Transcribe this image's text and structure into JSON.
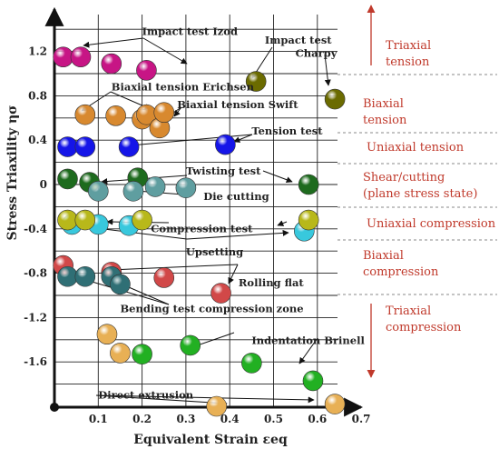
{
  "chart_data": {
    "type": "scatter",
    "title": "",
    "xlabel": "Equivalent Strain εeq",
    "ylabel": "Stress Triaxility ησ",
    "xlim": [
      0,
      0.72
    ],
    "ylim": [
      -2.0,
      1.45
    ],
    "x_ticks": [
      "0.1",
      "0.2",
      "0.3",
      "0.4",
      "0.5",
      "0.6",
      "0.7"
    ],
    "y_ticks": [
      "1.2",
      "0.8",
      "0.4",
      "0",
      "-0.4",
      "-0.8",
      "-1.2",
      "-1.6"
    ],
    "grid": true,
    "points": [
      {
        "x": 0.02,
        "y": 1.15,
        "color": "#c71585"
      },
      {
        "x": 0.06,
        "y": 1.15,
        "color": "#c71585"
      },
      {
        "x": 0.13,
        "y": 1.09,
        "color": "#c71585"
      },
      {
        "x": 0.21,
        "y": 1.03,
        "color": "#c71585"
      },
      {
        "x": 0.46,
        "y": 0.93,
        "color": "#6b6b00"
      },
      {
        "x": 0.64,
        "y": 0.77,
        "color": "#6b6b00"
      },
      {
        "x": 0.07,
        "y": 0.63,
        "color": "#d8892f"
      },
      {
        "x": 0.14,
        "y": 0.62,
        "color": "#d8892f"
      },
      {
        "x": 0.2,
        "y": 0.59,
        "color": "#d8892f"
      },
      {
        "x": 0.21,
        "y": 0.63,
        "color": "#d8892f"
      },
      {
        "x": 0.24,
        "y": 0.51,
        "color": "#d8892f"
      },
      {
        "x": 0.25,
        "y": 0.65,
        "color": "#d8892f"
      },
      {
        "x": 0.03,
        "y": 0.34,
        "color": "#1515e8"
      },
      {
        "x": 0.07,
        "y": 0.34,
        "color": "#1515e8"
      },
      {
        "x": 0.17,
        "y": 0.34,
        "color": "#1515e8"
      },
      {
        "x": 0.39,
        "y": 0.36,
        "color": "#1515e8"
      },
      {
        "x": 0.03,
        "y": 0.05,
        "color": "#1e6b1e"
      },
      {
        "x": 0.08,
        "y": 0.02,
        "color": "#1e6b1e"
      },
      {
        "x": 0.19,
        "y": 0.06,
        "color": "#1e6b1e"
      },
      {
        "x": 0.58,
        "y": 0.0,
        "color": "#1e6b1e"
      },
      {
        "x": 0.1,
        "y": -0.06,
        "color": "#5f9ea0"
      },
      {
        "x": 0.18,
        "y": -0.06,
        "color": "#5f9ea0"
      },
      {
        "x": 0.23,
        "y": -0.02,
        "color": "#5f9ea0"
      },
      {
        "x": 0.3,
        "y": -0.03,
        "color": "#5f9ea0"
      },
      {
        "x": 0.04,
        "y": -0.36,
        "color": "#38c8dd"
      },
      {
        "x": 0.1,
        "y": -0.36,
        "color": "#38c8dd"
      },
      {
        "x": 0.17,
        "y": -0.37,
        "color": "#38c8dd"
      },
      {
        "x": 0.57,
        "y": -0.42,
        "color": "#38c8dd"
      },
      {
        "x": 0.03,
        "y": -0.32,
        "color": "#b8b81a"
      },
      {
        "x": 0.07,
        "y": -0.32,
        "color": "#b8b81a"
      },
      {
        "x": 0.2,
        "y": -0.32,
        "color": "#b8b81a"
      },
      {
        "x": 0.58,
        "y": -0.32,
        "color": "#b8b81a"
      },
      {
        "x": 0.02,
        "y": -0.73,
        "color": "#d14848"
      },
      {
        "x": 0.13,
        "y": -0.79,
        "color": "#d14848"
      },
      {
        "x": 0.25,
        "y": -0.84,
        "color": "#d14848"
      },
      {
        "x": 0.38,
        "y": -0.98,
        "color": "#d14848"
      },
      {
        "x": 0.03,
        "y": -0.83,
        "color": "#2f6f75"
      },
      {
        "x": 0.07,
        "y": -0.83,
        "color": "#2f6f75"
      },
      {
        "x": 0.13,
        "y": -0.83,
        "color": "#2f6f75"
      },
      {
        "x": 0.15,
        "y": -0.9,
        "color": "#2f6f75"
      },
      {
        "x": 0.12,
        "y": -1.35,
        "color": "#e8b055"
      },
      {
        "x": 0.15,
        "y": -1.52,
        "color": "#e8b055"
      },
      {
        "x": 0.37,
        "y": -2.0,
        "color": "#e8b055"
      },
      {
        "x": 0.64,
        "y": -1.98,
        "color": "#e8b055"
      },
      {
        "x": 0.2,
        "y": -1.53,
        "color": "#22b022"
      },
      {
        "x": 0.31,
        "y": -1.45,
        "color": "#22b022"
      },
      {
        "x": 0.45,
        "y": -1.61,
        "color": "#22b022"
      },
      {
        "x": 0.59,
        "y": -1.77,
        "color": "#22b022"
      }
    ],
    "annotations": [
      {
        "text": "Impact test Izod",
        "x": 0.2,
        "y": 1.35
      },
      {
        "text": "Impact test",
        "x": 0.48,
        "y": 1.27
      },
      {
        "text": "Charpy",
        "x": 0.55,
        "y": 1.15
      },
      {
        "text": "Biaxial tension Erichsen",
        "x": 0.13,
        "y": 0.85
      },
      {
        "text": "Biaxial tension Swift",
        "x": 0.28,
        "y": 0.69
      },
      {
        "text": "Tension test",
        "x": 0.45,
        "y": 0.45
      },
      {
        "text": "Twisting test",
        "x": 0.3,
        "y": 0.09
      },
      {
        "text": "Die cutting",
        "x": 0.34,
        "y": -0.14
      },
      {
        "text": "Compression test",
        "x": 0.22,
        "y": -0.43
      },
      {
        "text": "Upsetting",
        "x": 0.3,
        "y": -0.64
      },
      {
        "text": "Rolling flat",
        "x": 0.42,
        "y": -0.92
      },
      {
        "text": "Bending test compression zone",
        "x": 0.15,
        "y": -1.15
      },
      {
        "text": "Indentation Brinell",
        "x": 0.45,
        "y": -1.44
      },
      {
        "text": "Direct extrusion",
        "x": 0.1,
        "y": -1.93
      }
    ],
    "regions": [
      {
        "lines": [
          "Triaxial",
          "tension"
        ]
      },
      {
        "lines": [
          "Biaxial",
          "tension"
        ]
      },
      {
        "lines": [
          "Uniaxial tension"
        ]
      },
      {
        "lines": [
          "Shear/cutting",
          "(plane stress state)"
        ]
      },
      {
        "lines": [
          "Uniaxial compression"
        ]
      },
      {
        "lines": [
          "Biaxial",
          "compression"
        ]
      },
      {
        "lines": [
          "Triaxial",
          "compression"
        ]
      }
    ],
    "region_color": "#c0392b"
  }
}
